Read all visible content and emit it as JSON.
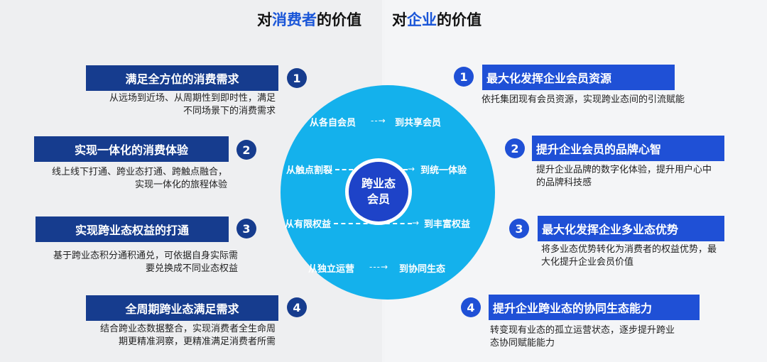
{
  "left": {
    "title_pre": "对",
    "title_hl": "消费者",
    "title_post": "的价值",
    "items": [
      {
        "num": "1",
        "title": "满足全方位的消费需求",
        "desc1": "从远场到近场、从周期性到即时性，满足",
        "desc2": "不同场景下的消费需求"
      },
      {
        "num": "2",
        "title": "实现一体化的消费体验",
        "desc1": "线上线下打通、跨业态打通、跨触点融合，",
        "desc2": "实现一体化的旅程体验"
      },
      {
        "num": "3",
        "title": "实现跨业态权益的打通",
        "desc1": "基于跨业态积分通积通兑，可依据自身实际需",
        "desc2": "要兑换成不同业态权益"
      },
      {
        "num": "4",
        "title": "全周期跨业态满足需求",
        "desc1": "结合跨业态数据整合，实现消费者全生命周",
        "desc2": "期更精准洞察，更精准满足消费者所需"
      }
    ]
  },
  "right": {
    "title_pre": "对",
    "title_hl": "企业",
    "title_post": "的价值",
    "items": [
      {
        "num": "1",
        "title": "最大化发挥企业会员资源",
        "desc1": "依托集团现有会员资源，实现跨业态间的引流赋能",
        "desc2": ""
      },
      {
        "num": "2",
        "title": "提升企业会员的品牌心智",
        "desc1": "提升企业品牌的数字化体验，提升用户心中",
        "desc2": "的品牌科技感"
      },
      {
        "num": "3",
        "title": "最大化发挥企业多业态优势",
        "desc1": "将多业态优势转化为消费者的权益优势，最",
        "desc2": "大化提升企业会员价值"
      },
      {
        "num": "4",
        "title": "提升企业跨业态的协同生态能力",
        "desc1": "转变现有业态的孤立运营状态，逐步提升跨业",
        "desc2": "态协同赋能能力"
      }
    ]
  },
  "center": {
    "line1": "跨业态",
    "line2": "会员",
    "transitions": [
      {
        "from": "从各自会员",
        "to": "到共享会员"
      },
      {
        "from": "从触点割裂",
        "to": "到统一体验"
      },
      {
        "from": "从有限权益",
        "to": "到丰富权益"
      },
      {
        "from": "从独立运营",
        "to": "到协同生态"
      }
    ]
  },
  "colors": {
    "navy": "#163c8e",
    "blue": "#1f50d6",
    "circle": "#14b1ec",
    "core": "#1e43c8"
  }
}
